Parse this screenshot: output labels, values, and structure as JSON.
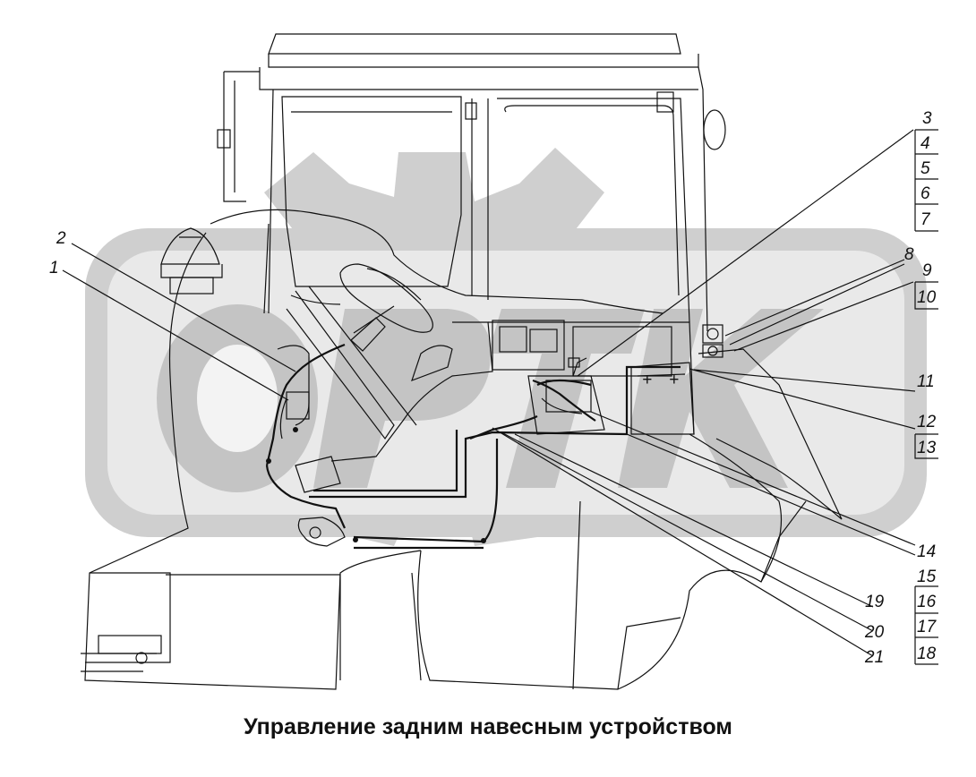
{
  "caption": "Управление задним навесным устройством",
  "watermark": {
    "text": "OPTK",
    "color": "#cfcfcf"
  },
  "callouts": {
    "c1": "1",
    "c2": "2",
    "c3": "3",
    "c4": "4",
    "c5": "5",
    "c6": "6",
    "c7": "7",
    "c8": "8",
    "c9": "9",
    "c10": "10",
    "c11": "11",
    "c12": "12",
    "c13": "13",
    "c14": "14",
    "c15": "15",
    "c16": "16",
    "c17": "17",
    "c18": "18",
    "c19": "19",
    "c20": "20",
    "c21": "21"
  }
}
